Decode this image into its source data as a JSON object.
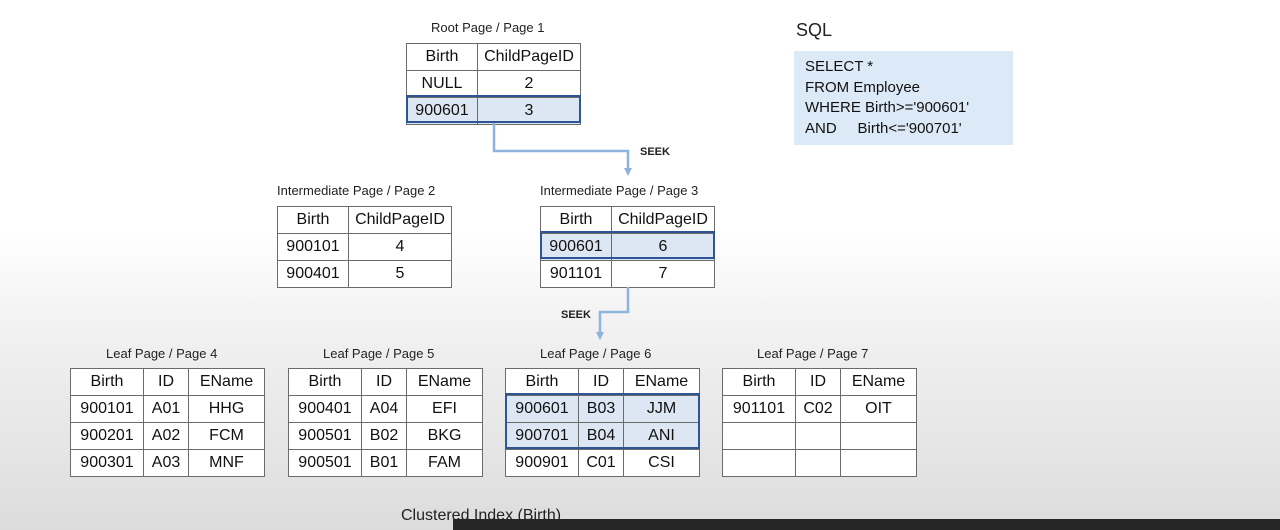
{
  "root": {
    "caption": "Root Page / Page 1",
    "columns": [
      "Birth",
      "ChildPageID"
    ],
    "rows": [
      {
        "cells": [
          "NULL",
          "2"
        ],
        "highlight": false
      },
      {
        "cells": [
          "900601",
          "3"
        ],
        "highlight": true
      }
    ]
  },
  "intermediate": [
    {
      "caption": "Intermediate Page / Page 2",
      "columns": [
        "Birth",
        "ChildPageID"
      ],
      "rows": [
        {
          "cells": [
            "900101",
            "4"
          ],
          "highlight": false
        },
        {
          "cells": [
            "900401",
            "5"
          ],
          "highlight": false
        }
      ]
    },
    {
      "caption": "Intermediate Page / Page 3",
      "columns": [
        "Birth",
        "ChildPageID"
      ],
      "rows": [
        {
          "cells": [
            "900601",
            "6"
          ],
          "highlight": true
        },
        {
          "cells": [
            "901101",
            "7"
          ],
          "highlight": false
        }
      ]
    }
  ],
  "leaves": [
    {
      "caption": "Leaf Page / Page 4",
      "columns": [
        "Birth",
        "ID",
        "EName"
      ],
      "rows": [
        {
          "cells": [
            "900101",
            "A01",
            "HHG"
          ],
          "highlight": false
        },
        {
          "cells": [
            "900201",
            "A02",
            "FCM"
          ],
          "highlight": false
        },
        {
          "cells": [
            "900301",
            "A03",
            "MNF"
          ],
          "highlight": false
        }
      ]
    },
    {
      "caption": "Leaf Page / Page 5",
      "columns": [
        "Birth",
        "ID",
        "EName"
      ],
      "rows": [
        {
          "cells": [
            "900401",
            "A04",
            "EFI"
          ],
          "highlight": false
        },
        {
          "cells": [
            "900501",
            "B02",
            "BKG"
          ],
          "highlight": false
        },
        {
          "cells": [
            "900501",
            "B01",
            "FAM"
          ],
          "highlight": false
        }
      ]
    },
    {
      "caption": "Leaf Page / Page 6",
      "columns": [
        "Birth",
        "ID",
        "EName"
      ],
      "rows": [
        {
          "cells": [
            "900601",
            "B03",
            "JJM"
          ],
          "highlight": true
        },
        {
          "cells": [
            "900701",
            "B04",
            "ANI"
          ],
          "highlight": true
        },
        {
          "cells": [
            "900901",
            "C01",
            "CSI"
          ],
          "highlight": false
        }
      ]
    },
    {
      "caption": "Leaf Page / Page 7",
      "columns": [
        "Birth",
        "ID",
        "EName"
      ],
      "rows": [
        {
          "cells": [
            "901101",
            "C02",
            "OIT"
          ],
          "highlight": false
        },
        {
          "cells": [
            "",
            "",
            ""
          ],
          "highlight": false
        },
        {
          "cells": [
            "",
            "",
            ""
          ],
          "highlight": false
        }
      ]
    }
  ],
  "seek_labels": [
    "SEEK",
    "SEEK"
  ],
  "sql": {
    "title": "SQL",
    "lines": [
      "SELECT *",
      "FROM Employee",
      "WHERE Birth>='900601'",
      "AND     Birth<='900701'"
    ]
  },
  "caption": "Clustered Index (Birth)",
  "colors": {
    "highlight_fill": "#dce7f3",
    "highlight_border": "#2f5597",
    "arrow": "#8eb4dd",
    "sql_box": "#dce9f6",
    "grid": "#6b6b6b"
  }
}
